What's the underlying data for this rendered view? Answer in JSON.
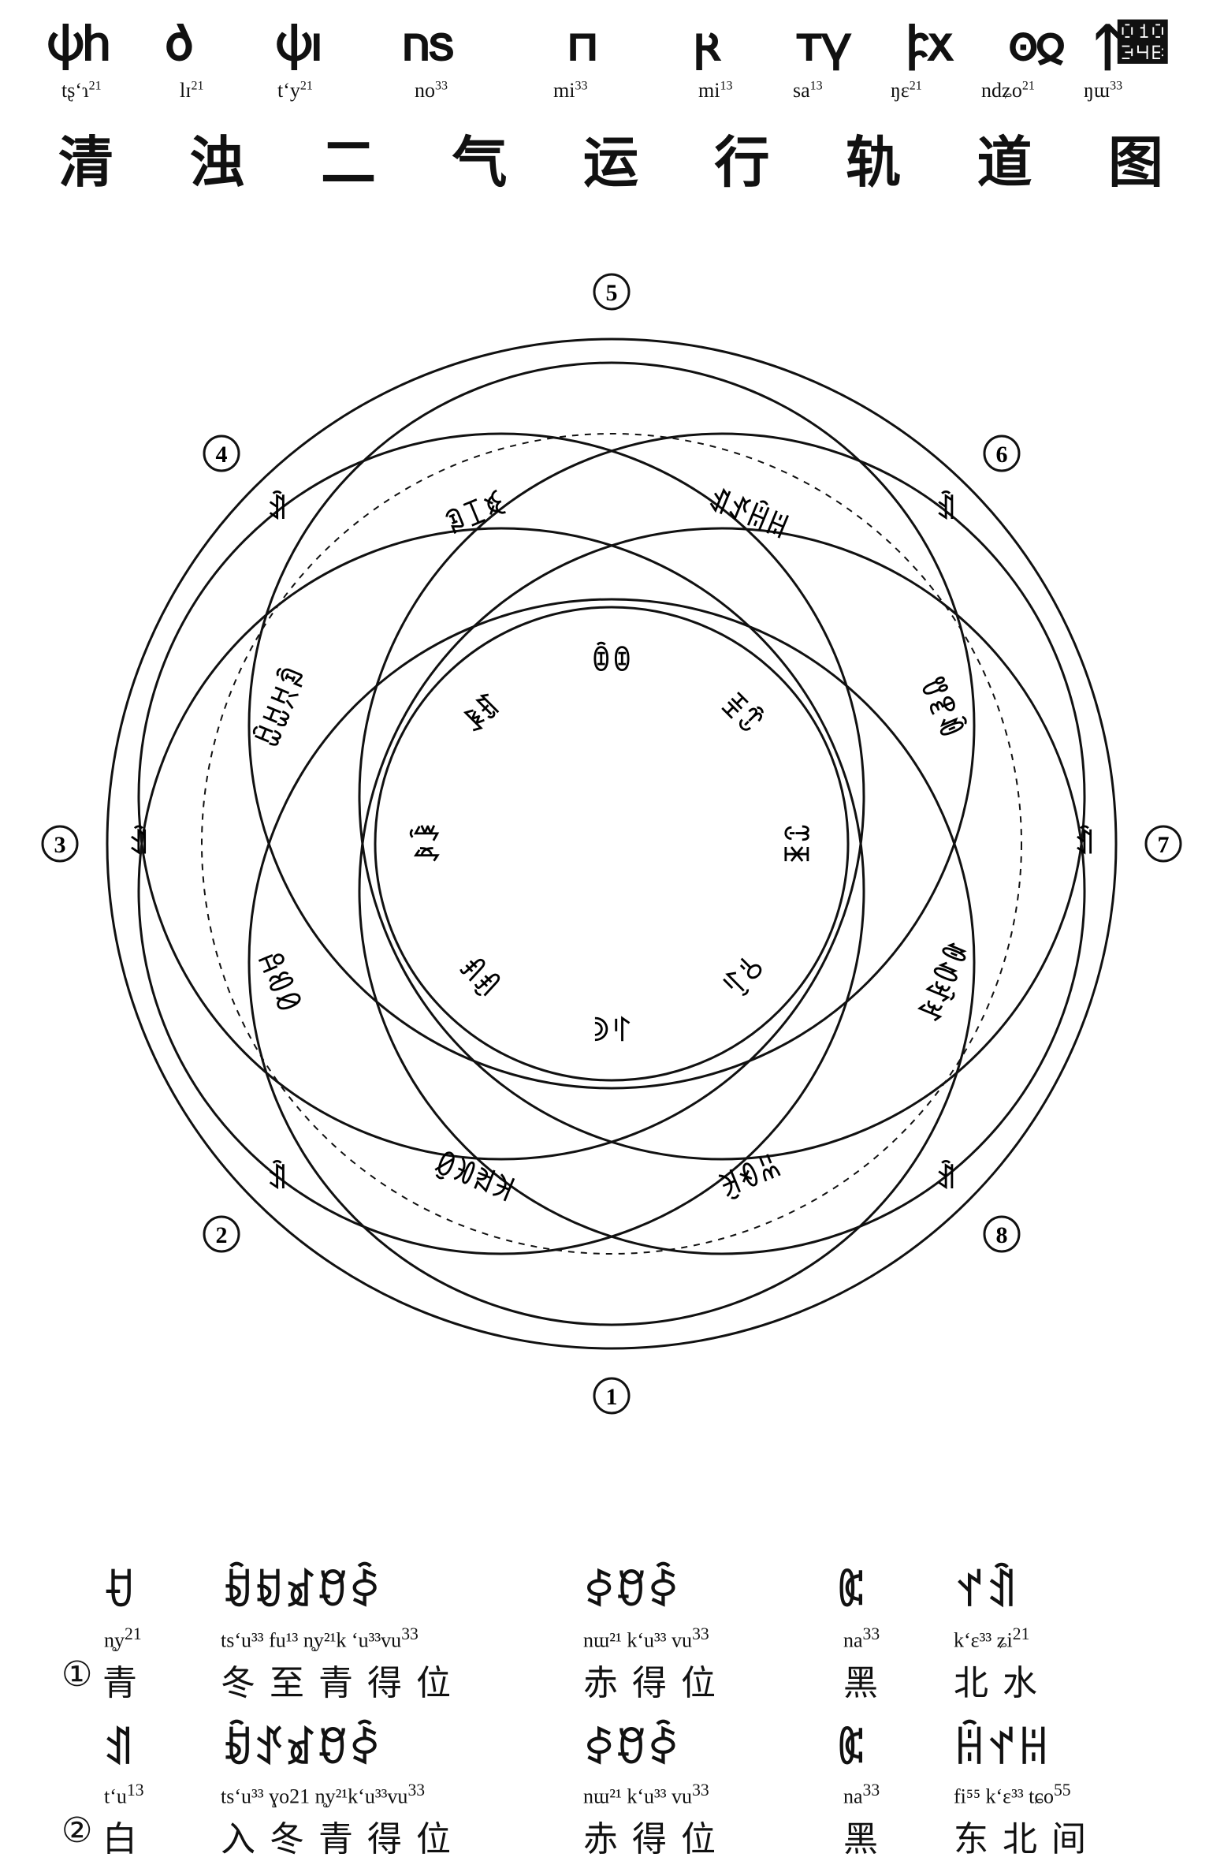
{
  "header": {
    "yi_glyphs": [
      "𐌸𐌷",
      "𐌳",
      "𐌸𐌹",
      "𐌿𐍃",
      "𐍀",
      "𐍂",
      "𐍄𐍅",
      "𐍆𐍇",
      "𐍈𐍉",
      "𐍊𐍋"
    ],
    "phonetics": [
      {
        "base": "tʂʻɿ",
        "tone": "21"
      },
      {
        "base": "lɪ",
        "tone": "21"
      },
      {
        "base": "tʻy",
        "tone": "21"
      },
      {
        "base": "no",
        "tone": "33"
      },
      {
        "base": "mi",
        "tone": "33"
      },
      {
        "base": "mi",
        "tone": "13"
      },
      {
        "base": "sa",
        "tone": "13"
      },
      {
        "base": "ŋɛ",
        "tone": "21"
      },
      {
        "base": "ndʑo",
        "tone": "21"
      },
      {
        "base": "ŋɯ",
        "tone": "33"
      }
    ],
    "title_chars": [
      "清",
      "浊",
      "二",
      "气",
      "运",
      "行",
      "轨",
      "道",
      "图"
    ]
  },
  "diagram": {
    "nodes": [
      "1",
      "2",
      "3",
      "4",
      "5",
      "6",
      "7",
      "8"
    ],
    "outer_marks": [
      "ꀉ",
      "ꀉ",
      "ꀉ",
      "ꀉ",
      "ꀉ",
      "ꀉ"
    ],
    "ring_labels": [
      "ꀊꀋꀌꀍ",
      "ꀎꀏꀐ",
      "ꀑꀒꀓꀔ",
      "ꀕꀖꀗ",
      "ꀘꀙꀚꀛ",
      "ꀜꀝꀞ",
      "ꀟꀠꀡꀢ",
      "ꀣꀤꀥ"
    ],
    "inner_labels": [
      "ꀦꀧ",
      "ꀨꀩ",
      "ꀪꀫ",
      "ꀬꀭ",
      "ꀮꀯ",
      "ꀰꀱ",
      "ꀲꀳ",
      "ꀴꀵ"
    ]
  },
  "legend": {
    "rows": [
      {
        "num": "①",
        "cells": [
          {
            "yi": "ꀀ",
            "rom": "n̥y",
            "tone": "21",
            "zh": "青"
          },
          {
            "yi": "ꀁꀂꀃꀄꀅ",
            "rom": "tsʻu³³ fu¹³ n̥y²¹k ʻu³³vu",
            "tone": "33",
            "zh": "冬至青得位"
          },
          {
            "yi": "ꀆꀄꀅ",
            "rom": "nɯ²¹ kʻu³³ vu",
            "tone": "33",
            "zh": "赤得位"
          },
          {
            "yi": "ꀇ",
            "rom": "na",
            "tone": "33",
            "zh": "黑"
          },
          {
            "yi": "ꀈꀉ",
            "rom": "kʻɛ³³ ʑi",
            "tone": "21",
            "zh": "北水"
          }
        ]
      },
      {
        "num": "②",
        "cells": [
          {
            "yi": "ꀊ",
            "rom": "tʻu",
            "tone": "13",
            "zh": "白"
          },
          {
            "yi": "ꀁꀋꀃꀄꀅ",
            "rom": "tsʻu³³ ɣo21 n̥y²¹kʻu³³vu",
            "tone": "33",
            "zh": "入冬青得位"
          },
          {
            "yi": "ꀆꀄꀅ",
            "rom": "nɯ²¹ kʻu³³ vu",
            "tone": "33",
            "zh": "赤得位"
          },
          {
            "yi": "ꀇ",
            "rom": "na",
            "tone": "33",
            "zh": "黑"
          },
          {
            "yi": "ꀌꀈꀍ",
            "rom": "fi⁵⁵ kʻɛ³³ tɕo",
            "tone": "55",
            "zh": "东北间"
          }
        ]
      }
    ]
  }
}
